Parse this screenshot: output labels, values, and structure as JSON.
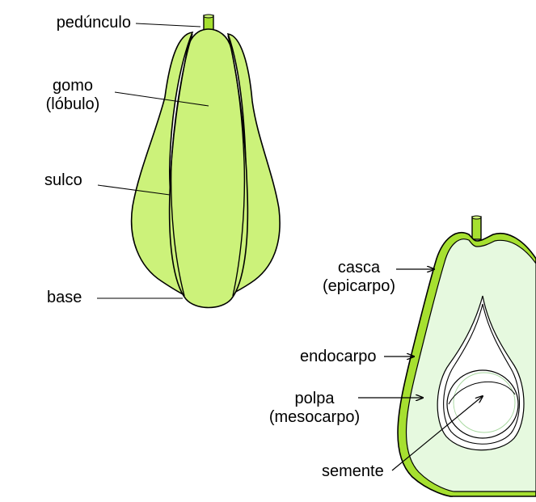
{
  "colors": {
    "fruit_fill": "#ccf27a",
    "fruit_dark": "#a6e030",
    "stem": "#a6e030",
    "outline": "#000000",
    "pulp": "#e6f9df",
    "background": "#ffffff"
  },
  "whole_fruit": {
    "labels": {
      "stem": "pedúnculo",
      "segment_line1": "gomo",
      "segment_line2": "(lóbulo)",
      "groove": "sulco",
      "base": "base"
    }
  },
  "cut_fruit": {
    "labels": {
      "skin_line1": "casca",
      "skin_line2": "(epicarpo)",
      "endocarp": "endocarpo",
      "pulp_line1": "polpa",
      "pulp_line2": "(mesocarpo)",
      "seed": "semente"
    }
  }
}
